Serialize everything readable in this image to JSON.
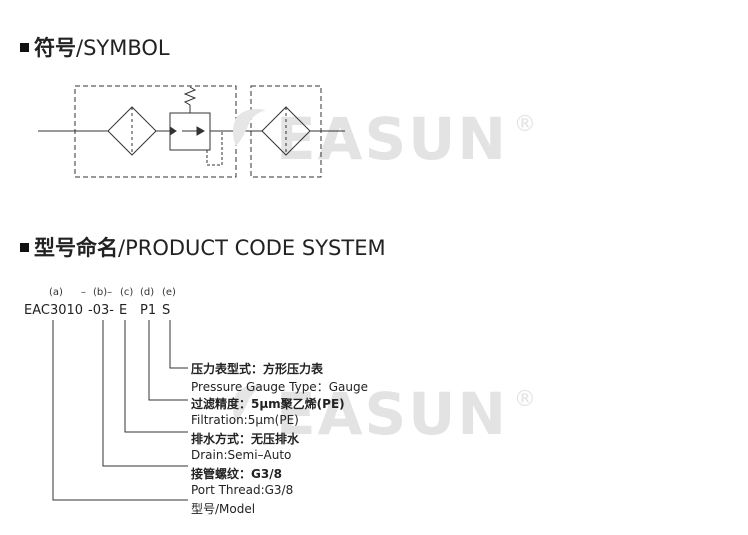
{
  "sections": {
    "symbol_title_cn": "符号",
    "symbol_title_en": "/SYMBOL",
    "code_title_cn": "型号命名",
    "code_title_en": "/PRODUCT CODE SYSTEM"
  },
  "watermark": {
    "text": "EASUN",
    "reg": "®"
  },
  "code": {
    "letters": [
      "(a)",
      "–",
      "(b)–",
      "(c)",
      "(d)",
      "(e)"
    ],
    "parts": [
      "EAC3010",
      "-03-",
      "E",
      "P1",
      "S"
    ]
  },
  "descriptions": [
    "压力表型式：方形压力表",
    "Pressure Gauge Type：Gauge",
    "过滤精度：5μm聚乙烯(PE)",
    "Filtration:5μm(PE)",
    "排水方式：无压排水",
    "Drain:Semi–Auto",
    "接管螺纹：G3/8",
    "Port Thread:G3/8",
    "型号/Model"
  ],
  "colors": {
    "line": "#333333",
    "watermark": "#e3e3e3"
  }
}
